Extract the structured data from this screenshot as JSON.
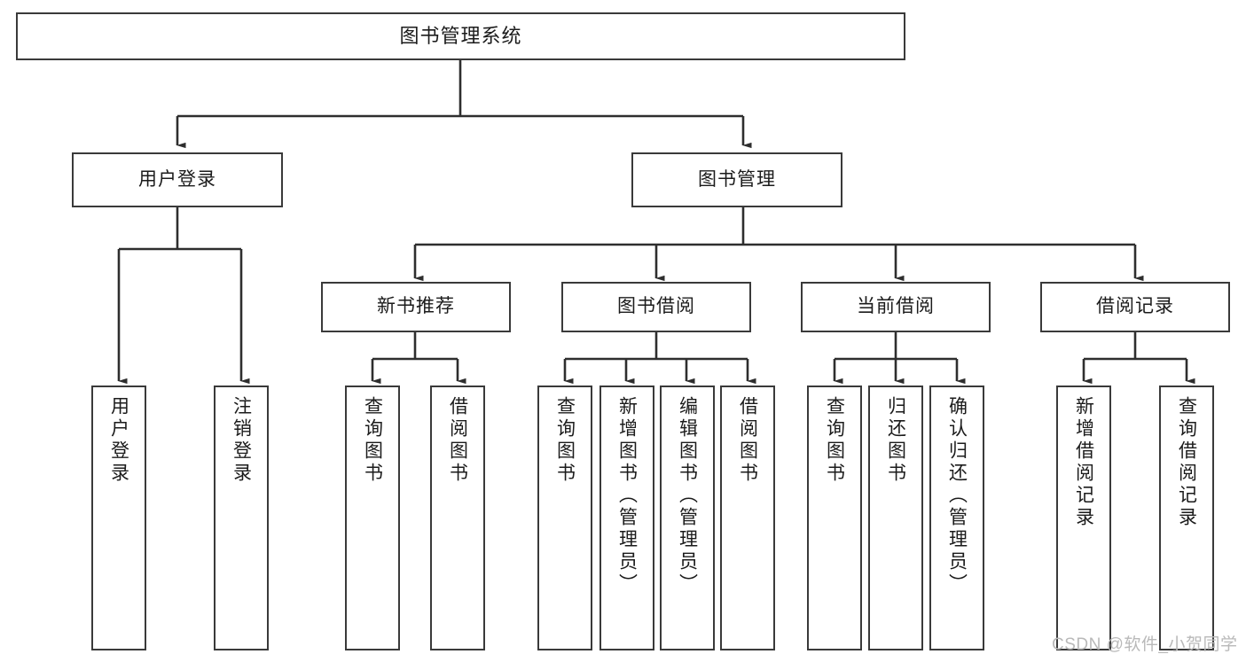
{
  "diagram": {
    "type": "tree-hierarchy",
    "title": "图书管理系统",
    "watermark": "CSDN @软件_小贺同学",
    "colors": {
      "box_border": "#3a3a3a",
      "box_fill": "#ffffff",
      "edge": "#2e2e2e",
      "text": "#1b1b1b",
      "watermark": "#b9b9b9"
    },
    "levels": {
      "root": "图书管理系统",
      "level2": [
        "用户登录",
        "图书管理"
      ],
      "level3": [
        "新书推荐",
        "图书借阅",
        "当前借阅",
        "借阅记录"
      ]
    },
    "nodes": {
      "root": {
        "label": "图书管理系统"
      },
      "user_login": {
        "label": "用户登录"
      },
      "book_manage": {
        "label": "图书管理"
      },
      "new_book_rec": {
        "label": "新书推荐"
      },
      "book_borrow": {
        "label": "图书借阅"
      },
      "current_borrow": {
        "label": "当前借阅"
      },
      "borrow_record": {
        "label": "借阅记录"
      },
      "leaf_01": {
        "label": "用户登录"
      },
      "leaf_02": {
        "label": "注销登录"
      },
      "leaf_03": {
        "label": "查询图书"
      },
      "leaf_04": {
        "label": "借阅图书"
      },
      "leaf_05": {
        "label": "查询图书"
      },
      "leaf_06": {
        "label": "新增图书（管理员）"
      },
      "leaf_07": {
        "label": "编辑图书（管理员）"
      },
      "leaf_08": {
        "label": "借阅图书"
      },
      "leaf_09": {
        "label": "查询图书"
      },
      "leaf_10": {
        "label": "归还图书"
      },
      "leaf_11": {
        "label": "确认归还（管理员）"
      },
      "leaf_12": {
        "label": "新增借阅记录"
      },
      "leaf_13": {
        "label": "查询借阅记录"
      }
    },
    "edges": [
      {
        "from": "root",
        "to": "user_login"
      },
      {
        "from": "root",
        "to": "book_manage"
      },
      {
        "from": "user_login",
        "to": "leaf_01"
      },
      {
        "from": "user_login",
        "to": "leaf_02"
      },
      {
        "from": "book_manage",
        "to": "new_book_rec"
      },
      {
        "from": "book_manage",
        "to": "book_borrow"
      },
      {
        "from": "book_manage",
        "to": "current_borrow"
      },
      {
        "from": "book_manage",
        "to": "borrow_record"
      },
      {
        "from": "new_book_rec",
        "to": "leaf_03"
      },
      {
        "from": "new_book_rec",
        "to": "leaf_04"
      },
      {
        "from": "book_borrow",
        "to": "leaf_05"
      },
      {
        "from": "book_borrow",
        "to": "leaf_06"
      },
      {
        "from": "book_borrow",
        "to": "leaf_07"
      },
      {
        "from": "book_borrow",
        "to": "leaf_08"
      },
      {
        "from": "current_borrow",
        "to": "leaf_09"
      },
      {
        "from": "current_borrow",
        "to": "leaf_10"
      },
      {
        "from": "current_borrow",
        "to": "leaf_11"
      },
      {
        "from": "borrow_record",
        "to": "leaf_12"
      },
      {
        "from": "borrow_record",
        "to": "leaf_13"
      }
    ]
  }
}
